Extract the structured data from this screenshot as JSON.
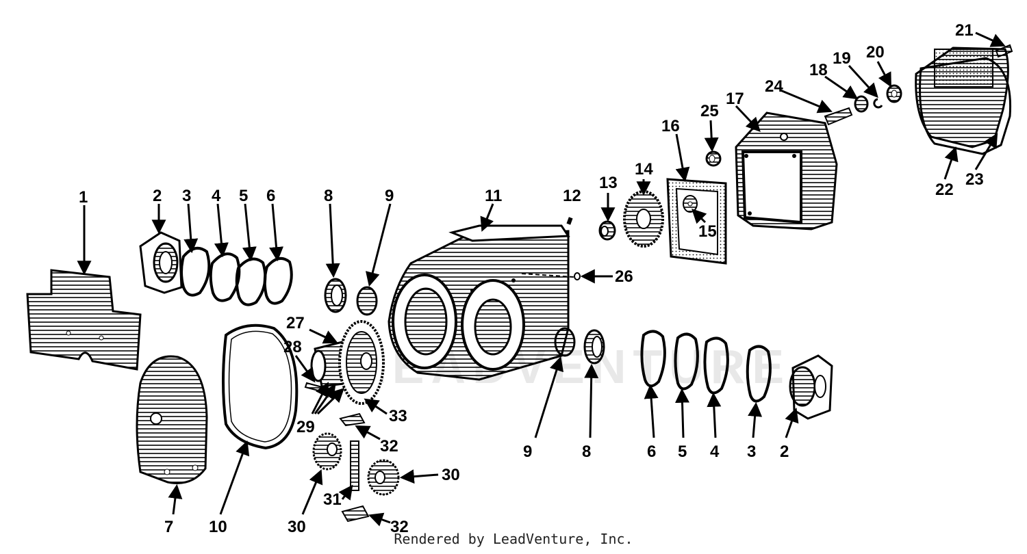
{
  "diagram": {
    "watermark": "LEADVENTURE",
    "footer": "Rendered by LeadVenture, Inc.",
    "labels": {
      "l1": "1",
      "l2a": "2",
      "l3a": "3",
      "l4a": "4",
      "l5a": "5",
      "l6a": "6",
      "l7": "7",
      "l8a": "8",
      "l9a": "9",
      "l10": "10",
      "l11": "11",
      "l12": "12",
      "l13": "13",
      "l14": "14",
      "l15": "15",
      "l16": "16",
      "l17": "17",
      "l18": "18",
      "l19": "19",
      "l20": "20",
      "l21": "21",
      "l22": "22",
      "l23": "23",
      "l24": "24",
      "l25": "25",
      "l26": "26",
      "l27": "27",
      "l28": "28",
      "l29": "29",
      "l30a": "30",
      "l30b": "30",
      "l31": "31",
      "l32a": "32",
      "l32b": "32",
      "l33": "33",
      "l9b": "9",
      "l8b": "8",
      "l6b": "6",
      "l5b": "5",
      "l4b": "4",
      "l3b": "3",
      "l2b": "2"
    }
  }
}
